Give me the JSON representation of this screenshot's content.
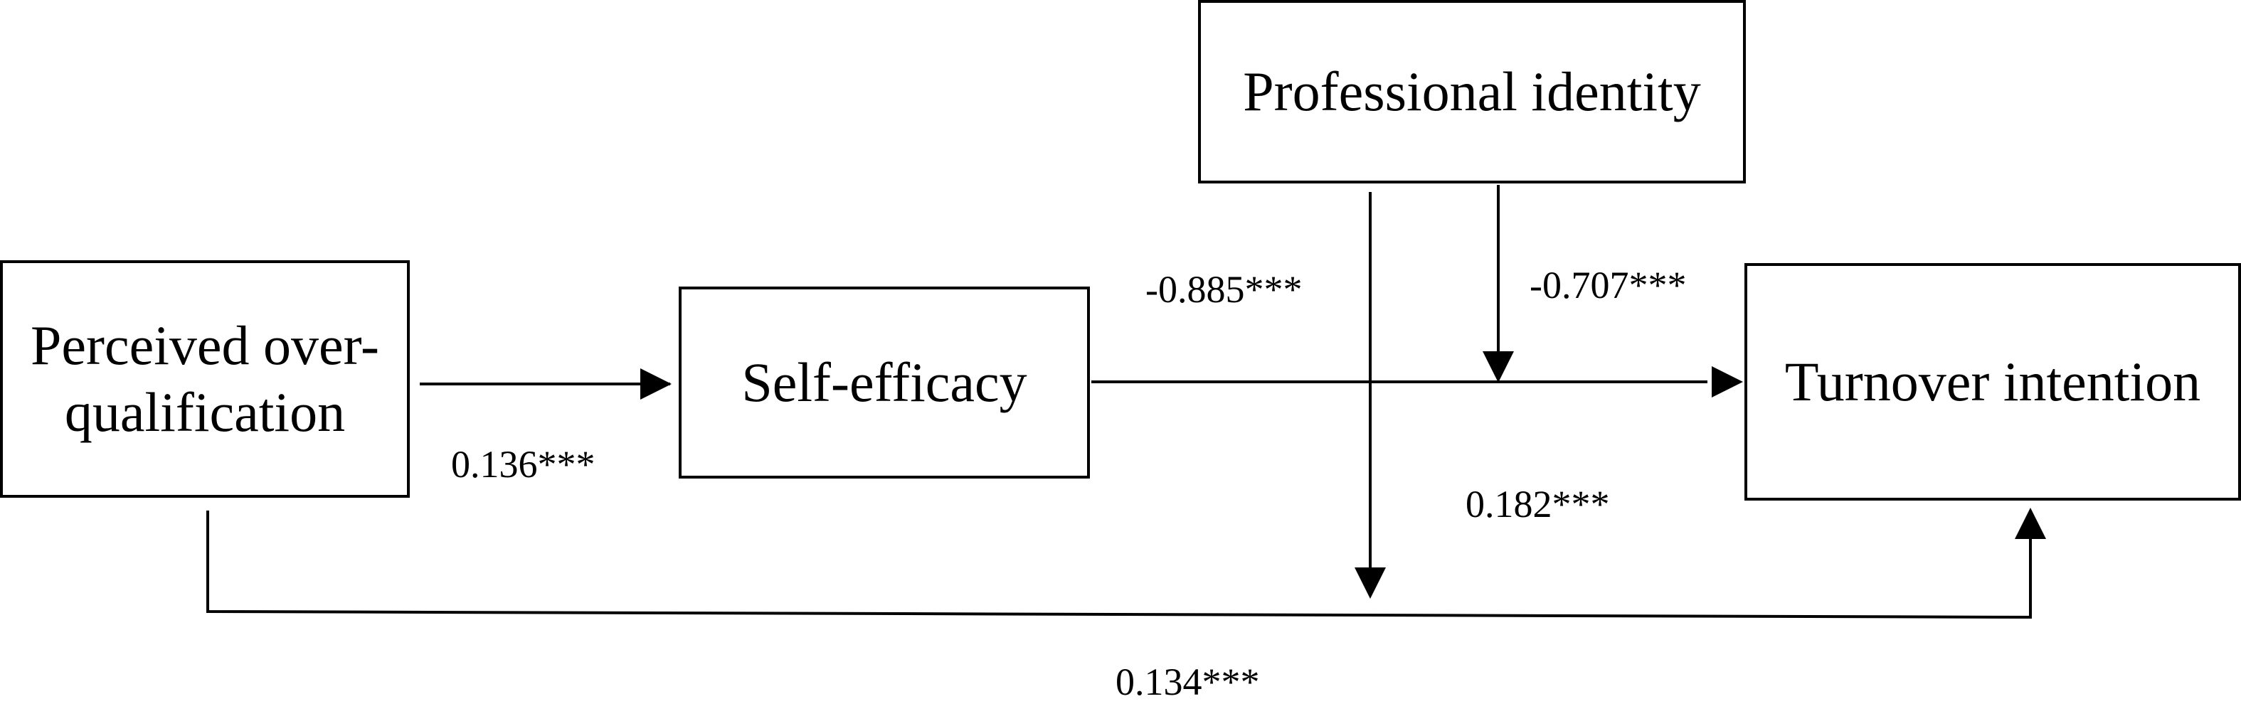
{
  "nodes": {
    "perceived_overqualification": "Perceived over-\nqualification",
    "self_efficacy": "Self-efficacy",
    "professional_identity": "Professional identity",
    "turnover_intention": "Turnover intention"
  },
  "paths": {
    "poq_to_se": "0.136***",
    "pi_moderation_left": "-0.885***",
    "pi_moderation_right": "-0.707***",
    "se_to_ti": "0.182***",
    "poq_to_ti": "0.134***"
  },
  "colors": {
    "line": "#000000",
    "background": "#ffffff"
  }
}
